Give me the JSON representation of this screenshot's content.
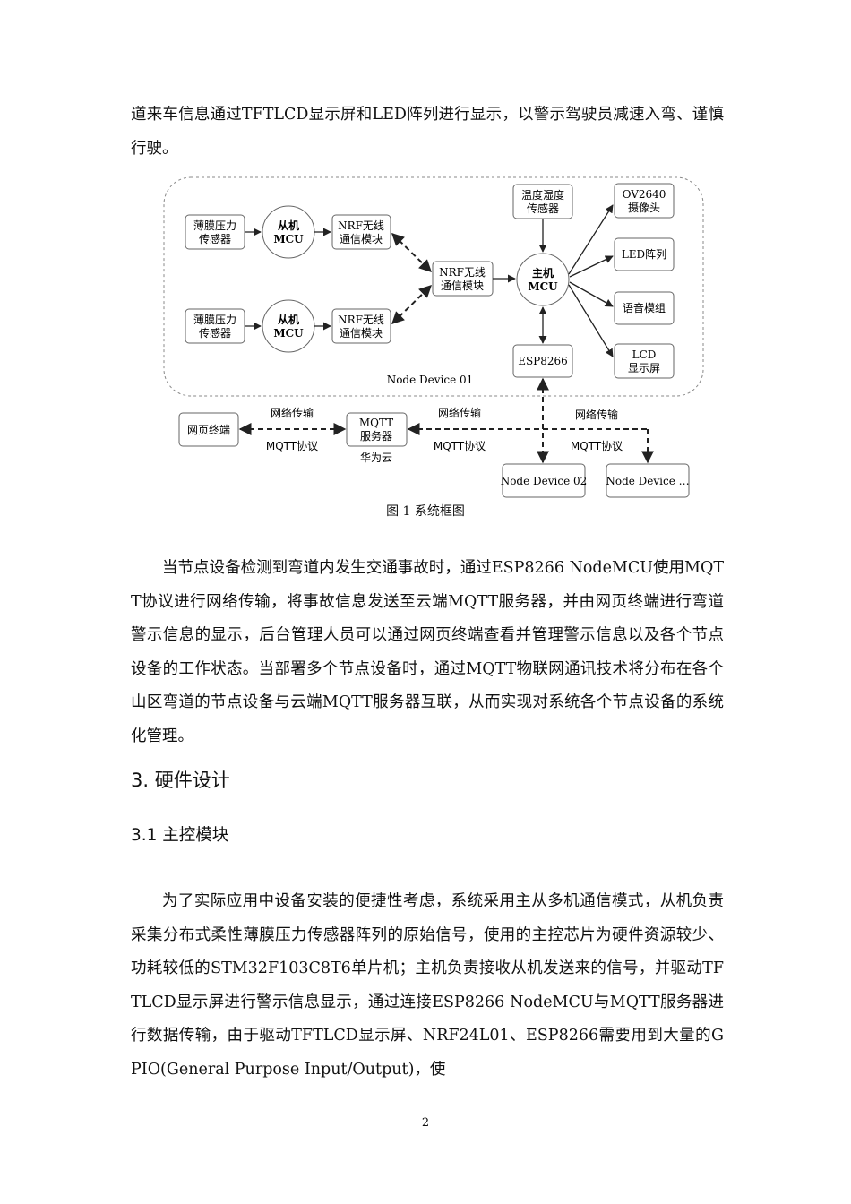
{
  "intro_paragraph": "道来车信息通过TFTLCD显示屏和LED阵列进行显示，以警示驾驶员减速入弯、谨慎行驶。",
  "diagram": {
    "sensor_1": "薄膜压力\n传感器",
    "sensor_2": "薄膜压力\n传感器",
    "slave_mcu_1": "从机\nMCU",
    "slave_mcu_2": "从机\nMCU",
    "nrf_slave_1": "NRF无线\n通信模块",
    "nrf_slave_2": "NRF无线\n通信模块",
    "nrf_master": "NRF无线\n通信模块",
    "temp_sensor": "温度湿度\n传感器",
    "master_mcu": "主机\nMCU",
    "camera": "OV2640\n摄像头",
    "led_array": "LED阵列",
    "voice_module": "语音模组",
    "lcd": "LCD\n显示屏",
    "esp8266": "ESP8266",
    "node_device_label": "Node Device 01",
    "web_terminal": "网页终端",
    "mqtt_server": "MQTT\n服务器",
    "cloud_label": "华为云",
    "net_label_1": "网络传输",
    "mqtt_label_1": "MQTT协议",
    "net_label_2": "网络传输",
    "mqtt_label_2": "MQTT协议",
    "net_label_3": "网络传输",
    "mqtt_label_3": "MQTT协议",
    "node_device_02": "Node Device 02",
    "node_device_more": "Node Device …"
  },
  "figure_caption": "图 1 系统框图",
  "paragraph_2": "当节点设备检测到弯道内发生交通事故时，通过ESP8266 NodeMCU使用MQTT协议进行网络传输，将事故信息发送至云端MQTT服务器，并由网页终端进行弯道警示信息的显示，后台管理人员可以通过网页终端查看并管理警示信息以及各个节点设备的工作状态。当部署多个节点设备时，通过MQTT物联网通讯技术将分布在各个山区弯道的节点设备与云端MQTT服务器互联，从而实现对系统各个节点设备的系统化管理。",
  "section_heading": "3.  硬件设计",
  "subsection_heading": "3.1  主控模块",
  "paragraph_3": "为了实际应用中设备安装的便捷性考虑，系统采用主从多机通信模式，从机负责采集分布式柔性薄膜压力传感器阵列的原始信号，使用的主控芯片为硬件资源较少、功耗较低的STM32F103C8T6单片机；主机负责接收从机发送来的信号，并驱动TFTLCD显示屏进行警示信息显示，通过连接ESP8266 NodeMCU与MQTT服务器进行数据传输，由于驱动TFTLCD显示屏、NRF24L01、ESP8266需要用到大量的GPIO(General Purpose Input/Output)，使",
  "page_number": "2"
}
